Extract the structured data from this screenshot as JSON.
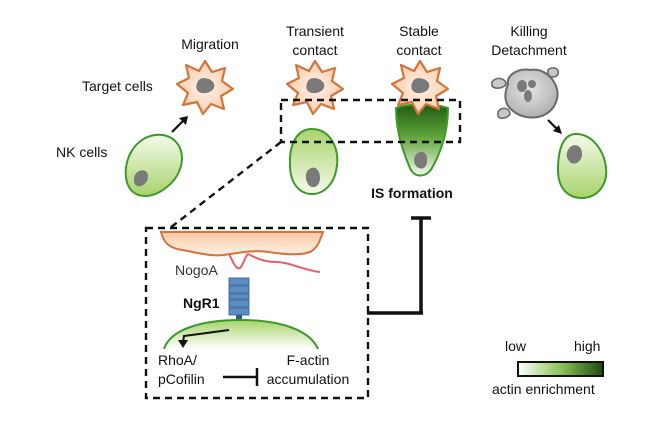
{
  "stages": {
    "migration": "Migration",
    "transient_l1": "Transient",
    "transient_l2": "contact",
    "stable_l1": "Stable",
    "stable_l2": "contact",
    "killing": "Killing",
    "detachment": "Detachment"
  },
  "labels": {
    "target_cells": "Target cells",
    "nk_cells": "NK cells",
    "is_formation": "IS formation"
  },
  "inset": {
    "ligand": "NogoA",
    "receptor": "NgR1",
    "signal_l1": "RhoA/",
    "signal_l2": "pCofilin",
    "outcome_l1": "F-actin",
    "outcome_l2": "accumulation"
  },
  "legend": {
    "low": "low",
    "high": "high",
    "title": "actin enrichment"
  },
  "colors": {
    "target_fill": "#fbd7bd",
    "target_stroke": "#d4743a",
    "nk_stroke": "#3a9a2a",
    "nk_light": "#eef7e2",
    "nk_mid": "#a8d36a",
    "actin_dark": "#1f5a12",
    "nucleus": "#7a7a7a",
    "dead_fill": "#b8b8b8",
    "nogo_line": "#e8606a",
    "receptor": "#4a7fb5"
  }
}
